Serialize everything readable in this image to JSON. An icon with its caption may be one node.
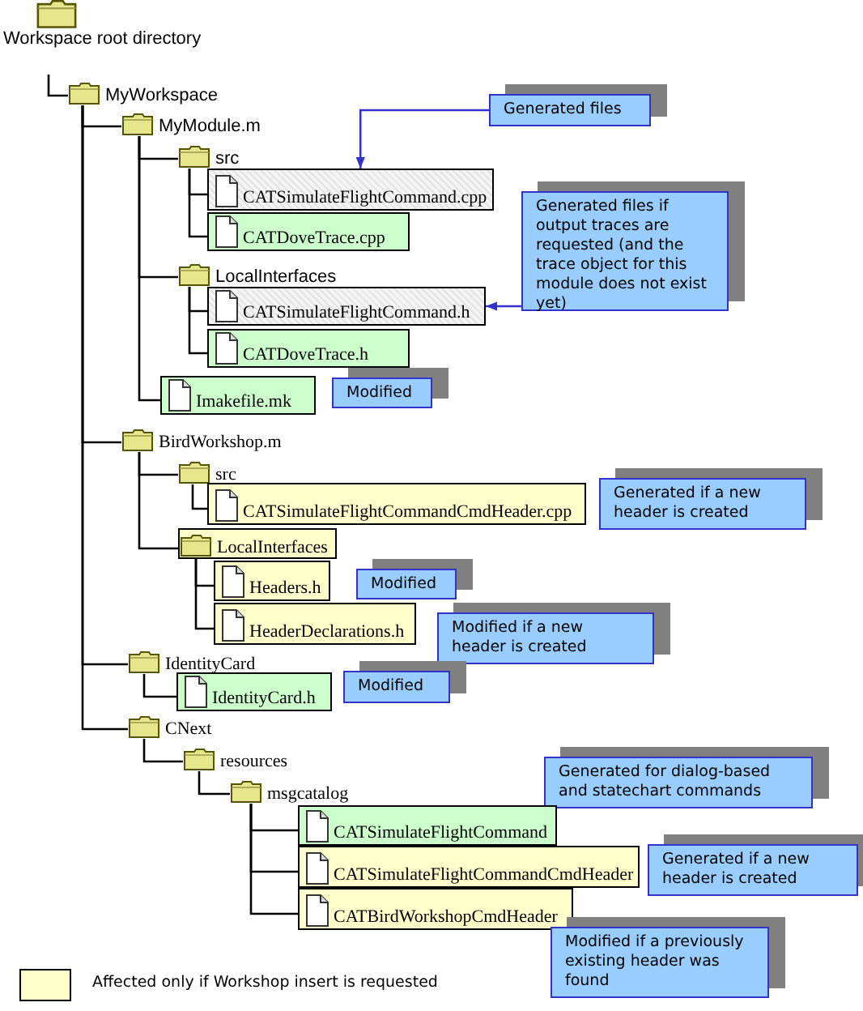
{
  "diagram": {
    "nodes": [
      {
        "text": [
          "Workspace root directory"
        ]
      },
      {
        "text": [
          "MyWorkspace"
        ]
      },
      {
        "text": [
          "MyModule.m"
        ]
      },
      {
        "text": [
          "src"
        ]
      },
      {
        "text": [
          "CATSimulateFlightCommand.cpp"
        ]
      },
      {
        "text": [
          "Generated files"
        ]
      },
      {
        "text": [
          "CATDoveTrace.cpp"
        ]
      },
      {
        "text": [
          "Generated files if output traces are requested (and the trace object for this module does not exist yet)"
        ]
      },
      {
        "text": [
          "LocalInterfaces"
        ]
      },
      {
        "text": [
          "CATSimulateFlightCommand.h"
        ]
      },
      {
        "text": [
          "CATDoveTrace.h"
        ]
      },
      {
        "text": [
          "Imakefile.mk"
        ]
      },
      {
        "text": [
          "Modified"
        ]
      },
      {
        "text": [
          "BirdWorkshop.m"
        ]
      },
      {
        "text": [
          "src"
        ]
      },
      {
        "text": [
          "CATSimulateFlightCommandCmdHeader.cpp"
        ]
      },
      {
        "text": [
          "Generated if a new header is created"
        ]
      },
      {
        "text": [
          "LocalInterfaces"
        ]
      },
      {
        "text": [
          "Headers.h"
        ]
      },
      {
        "text": [
          "Modified"
        ]
      },
      {
        "text": [
          "HeaderDeclarations.h"
        ]
      },
      {
        "text": [
          "Modified if a new header is created"
        ]
      },
      {
        "text": [
          "IdentityCard"
        ]
      },
      {
        "text": [
          "IdentityCard.h"
        ]
      },
      {
        "text": [
          "Modified"
        ]
      },
      {
        "text": [
          "CNext"
        ]
      },
      {
        "text": [
          "resources"
        ]
      },
      {
        "text": [
          "msgcatalog"
        ]
      },
      {
        "text": [
          "Generated for dialog-based and statechart commands"
        ]
      },
      {
        "text": [
          "CATSimulateFlightCommand"
        ]
      },
      {
        "text": [
          "CATSimulateFlightCommandCmdHeader"
        ]
      },
      {
        "text": [
          "Generated if a new header is created"
        ]
      },
      {
        "text": [
          "CATBirdWorkshopCmdHeader"
        ]
      },
      {
        "text": [
          "Modified if a previously existing header was found"
        ]
      }
    ],
    "edges": [
      {
        "from": 0,
        "to": 1,
        "arrow": "none"
      },
      {
        "from": 1,
        "to": 2,
        "arrow": "none"
      },
      {
        "from": 2,
        "to": 3,
        "arrow": "none"
      },
      {
        "from": 3,
        "to": 4,
        "arrow": "none"
      },
      {
        "from": 3,
        "to": 6,
        "arrow": "none"
      },
      {
        "from": 2,
        "to": 8,
        "arrow": "none"
      },
      {
        "from": 8,
        "to": 9,
        "arrow": "none"
      },
      {
        "from": 8,
        "to": 10,
        "arrow": "none"
      },
      {
        "from": 2,
        "to": 11,
        "arrow": "none"
      },
      {
        "from": 1,
        "to": 13,
        "arrow": "none"
      },
      {
        "from": 13,
        "to": 14,
        "arrow": "none"
      },
      {
        "from": 14,
        "to": 15,
        "arrow": "none"
      },
      {
        "from": 13,
        "to": 17,
        "arrow": "none"
      },
      {
        "from": 17,
        "to": 18,
        "arrow": "none"
      },
      {
        "from": 17,
        "to": 20,
        "arrow": "none"
      },
      {
        "from": 1,
        "to": 22,
        "arrow": "none"
      },
      {
        "from": 22,
        "to": 23,
        "arrow": "none"
      },
      {
        "from": 1,
        "to": 25,
        "arrow": "none"
      },
      {
        "from": 25,
        "to": 26,
        "arrow": "none"
      },
      {
        "from": 26,
        "to": 27,
        "arrow": "none"
      },
      {
        "from": 27,
        "to": 29,
        "arrow": "none"
      },
      {
        "from": 27,
        "to": 30,
        "arrow": "none"
      },
      {
        "from": 27,
        "to": 32,
        "arrow": "none"
      },
      {
        "from": 5,
        "to": 4,
        "arrow": "to",
        "color": "#3333cc"
      },
      {
        "from": 7,
        "to": 9,
        "arrow": "to",
        "color": "#3333cc"
      }
    ],
    "legend": [
      {
        "text": "Affected only if Workshop insert is requested",
        "color": "#ffffcc"
      }
    ]
  }
}
